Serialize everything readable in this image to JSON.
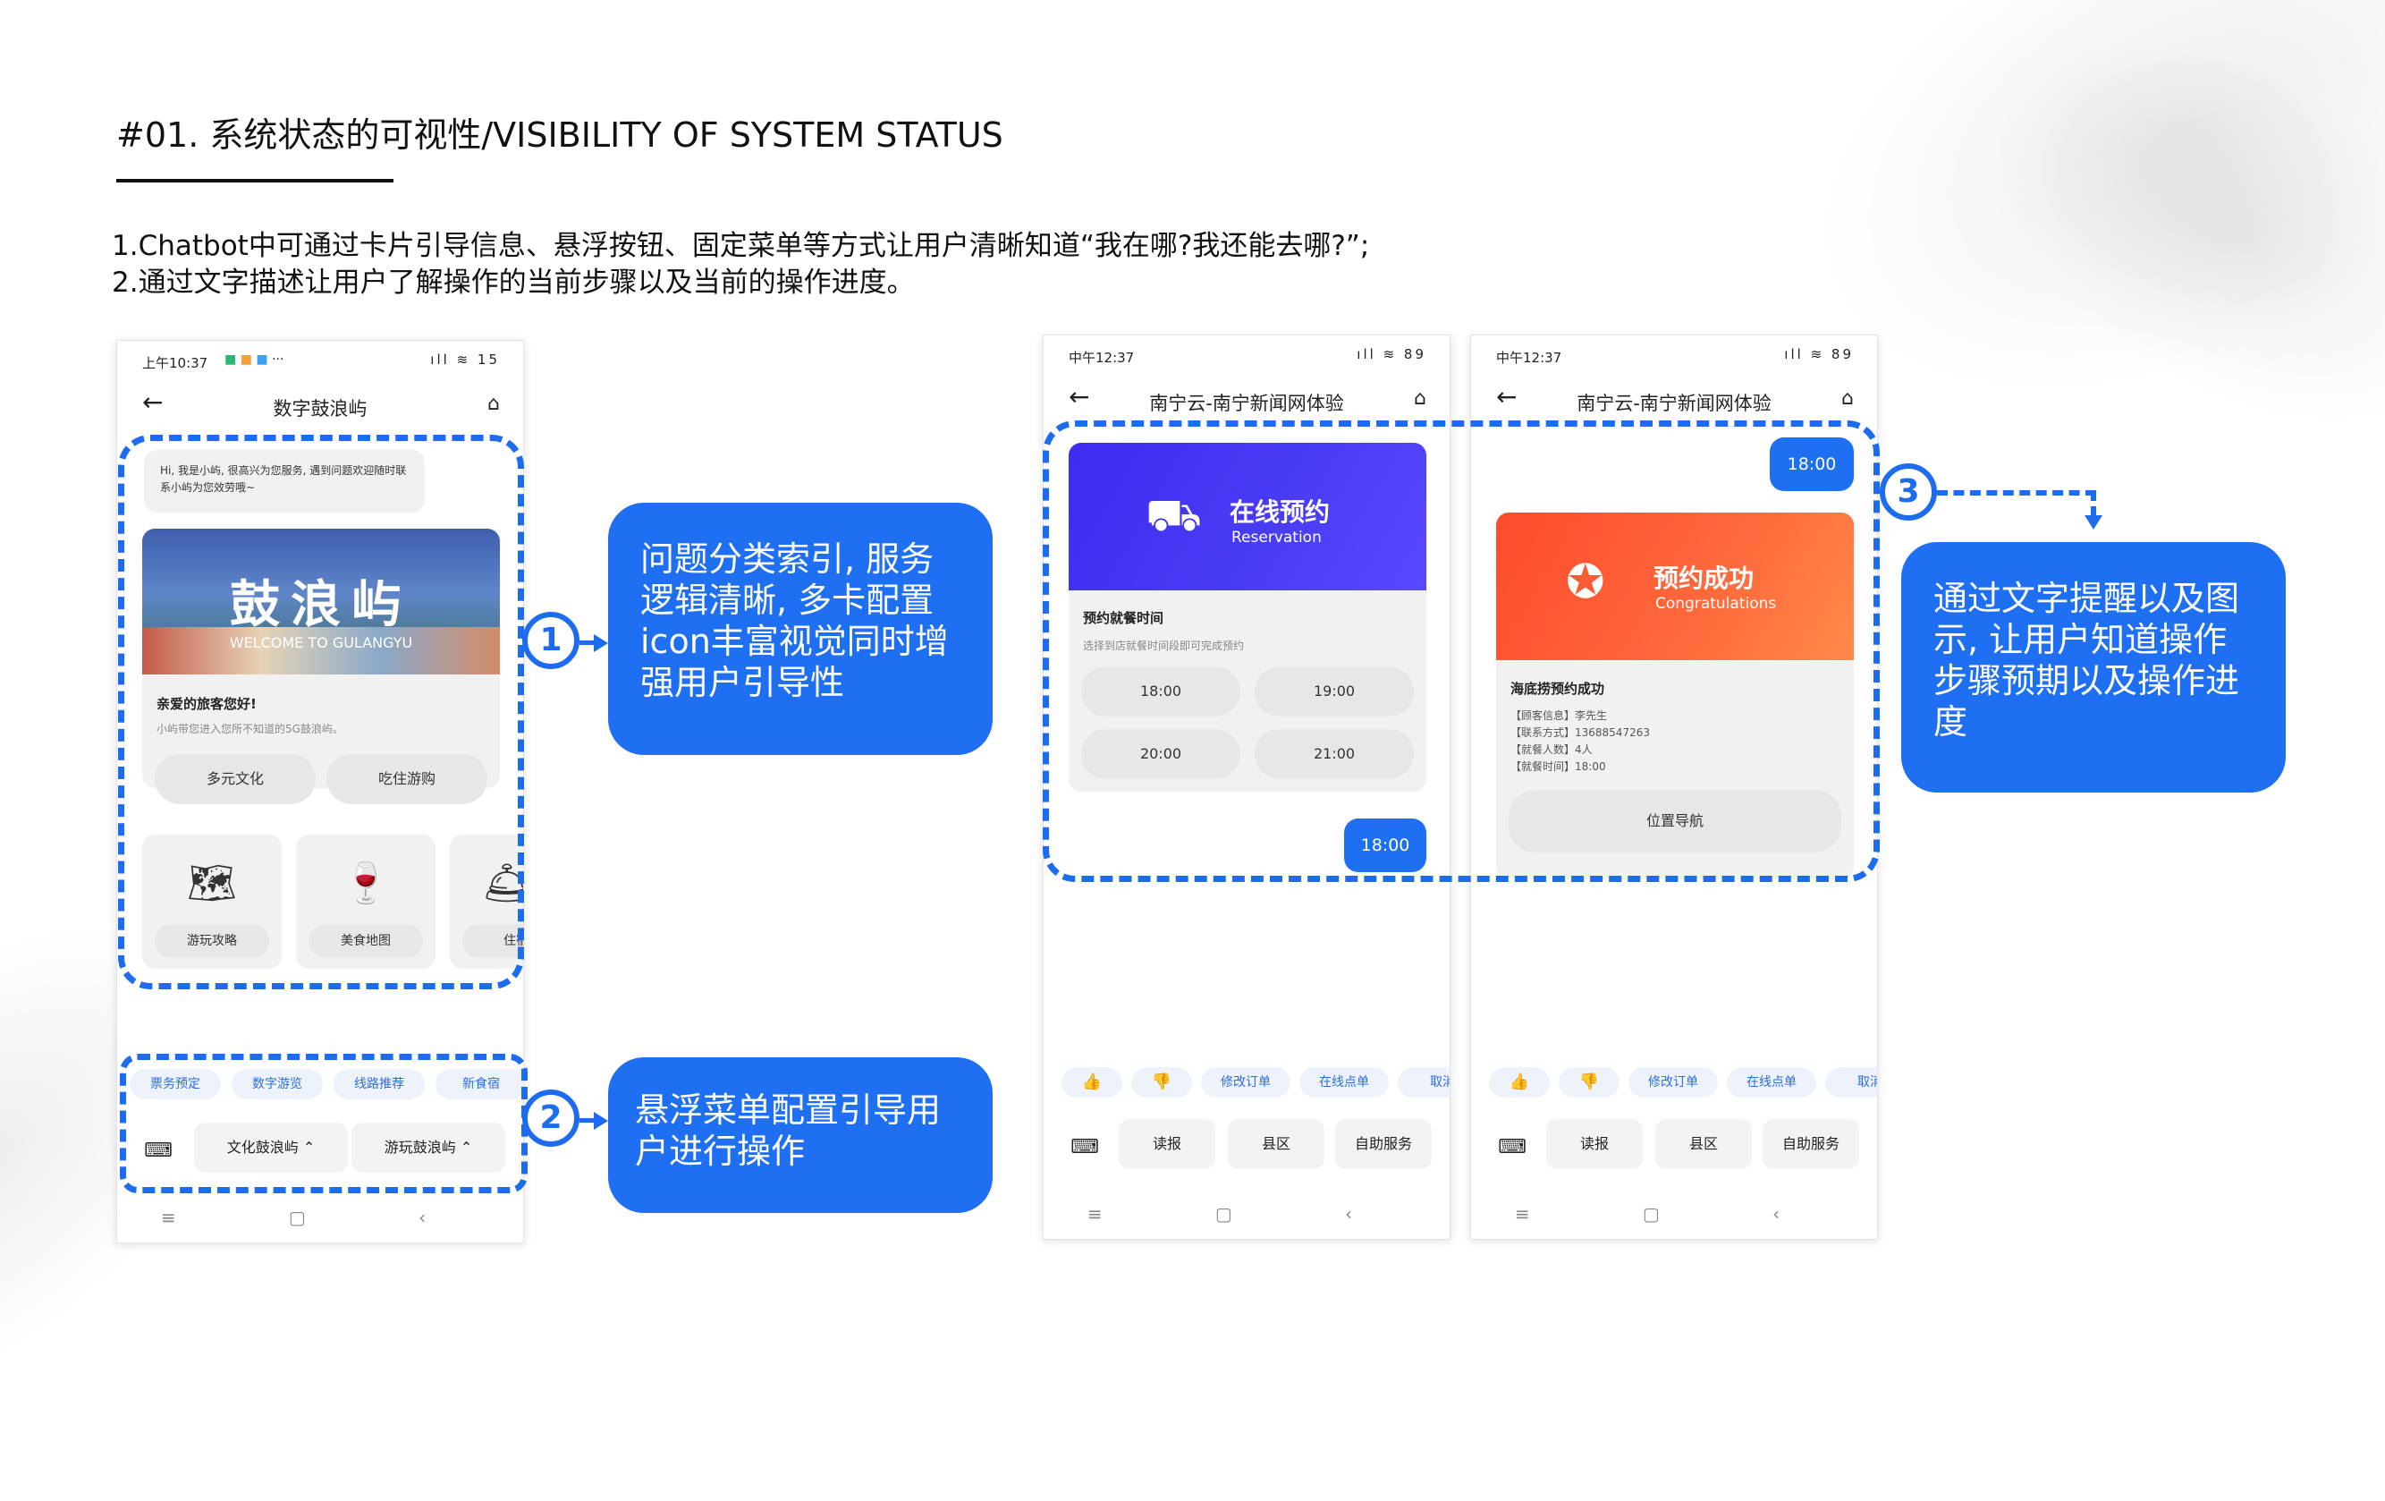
{
  "header": {
    "title": "#01. 系统状态的可视性/VISIBILITY OF SYSTEM STATUS",
    "line1": "1.Chatbot中可通过卡片引导信息、悬浮按钮、固定菜单等方式让用户清晰知道“我在哪?我还能去哪?”;",
    "line2": "2.通过文字描述让用户了解操作的当前步骤以及当前的操作进度。"
  },
  "phone1": {
    "status_time": "上午10:37",
    "status_dots": "···",
    "status_icons": "ıll ≋ 15",
    "title": "数字鼓浪屿",
    "greeting": "Hi, 我是小屿, 很高兴为您服务, 遇到问题欢迎随时联系小屿为您效劳哦~",
    "banner_title": "鼓浪屿",
    "banner_subtitle": "WELCOME TO GULANGYU",
    "card_title": "亲爱的旅客您好!",
    "card_text": "小屿带您进入您所不知道的5G鼓浪屿。",
    "btn_culture": "多元文化",
    "btn_food": "吃住游购",
    "icon_cards": [
      {
        "label": "游玩攻略",
        "icon": "map-icon",
        "glyph": "🗺"
      },
      {
        "label": "美食地图",
        "icon": "dining-icon",
        "glyph": "🍷"
      },
      {
        "label": "住宿",
        "icon": "lodging-icon",
        "glyph": "🛎"
      }
    ],
    "chips": [
      "票务预定",
      "数字游览",
      "线路推荐",
      "新食宿"
    ],
    "menu_left": "文化鼓浪屿 ⌃",
    "menu_right": "游玩鼓浪屿 ⌃"
  },
  "phone2": {
    "status_time": "中午12:37",
    "status_icons": "ıll ≋ 89",
    "title": "南宁云-南宁新闻网体验",
    "banner_title": "在线预约",
    "banner_subtitle": "Reservation",
    "section_title": "预约就餐时间",
    "section_text": "选择到店就餐时间段即可完成预约",
    "slots": [
      "18:00",
      "19:00",
      "20:00",
      "21:00"
    ],
    "reply_time": "18:00",
    "chips": [
      "👍",
      "👎",
      "修改订单",
      "在线点单",
      "取消"
    ],
    "bottom": [
      "读报",
      "县区",
      "自助服务"
    ]
  },
  "phone3": {
    "status_time": "中午12:37",
    "status_icons": "ıll ≋ 89",
    "title": "南宁云-南宁新闻网体验",
    "sent_time": "18:00",
    "banner_title": "预约成功",
    "banner_subtitle": "Congratulations",
    "result_title": "海底捞预约成功",
    "result_lines": [
      "【顾客信息】李先生",
      "【联系方式】13688547263",
      "【就餐人数】4人",
      "【就餐时间】18:00"
    ],
    "nav_button": "位置导航",
    "chips": [
      "👍",
      "👎",
      "修改订单",
      "在线点单",
      "取消"
    ],
    "bottom": [
      "读报",
      "县区",
      "自助服务"
    ]
  },
  "callouts": {
    "c1": "问题分类索引, 服务逻辑清晰, 多卡配置icon丰富视觉同时增强用户引导性",
    "c2": "悬浮菜单配置引导用户进行操作",
    "c3": "通过文字提醒以及图示, 让用户知道操作步骤预期以及操作进度"
  },
  "markers": {
    "m1": "1",
    "m2": "2",
    "m3": "3"
  },
  "sysnav": "≡ ▢ ‹",
  "keyboard_glyph": "⌨",
  "colors": {
    "accent": "#1e6ff2",
    "reservation_purple": "#3d2cf0",
    "success_orange": "#ff5a2c"
  }
}
